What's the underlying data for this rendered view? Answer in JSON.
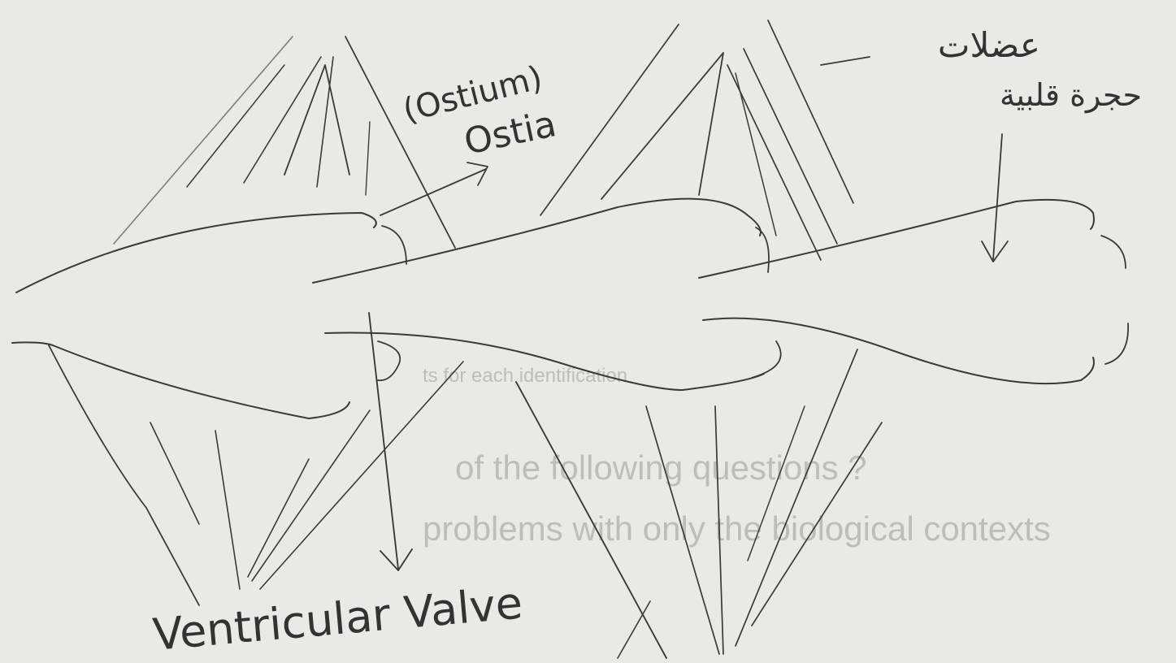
{
  "labels": {
    "ostium": "(Ostium)",
    "ostia": "Ostia",
    "muscles_ar": "عضلات",
    "heart_chamber_ar": "حجرة قلبية",
    "ventricular_valve": "Ventricular Valve"
  },
  "show_through_text": [
    "of the following questions ?",
    "problems with only the biological contexts",
    "ts for each identification"
  ],
  "colors": {
    "paper": "#e9e9e7",
    "pencil": "#3a3a3a",
    "show_through": "#bdbdbb"
  }
}
